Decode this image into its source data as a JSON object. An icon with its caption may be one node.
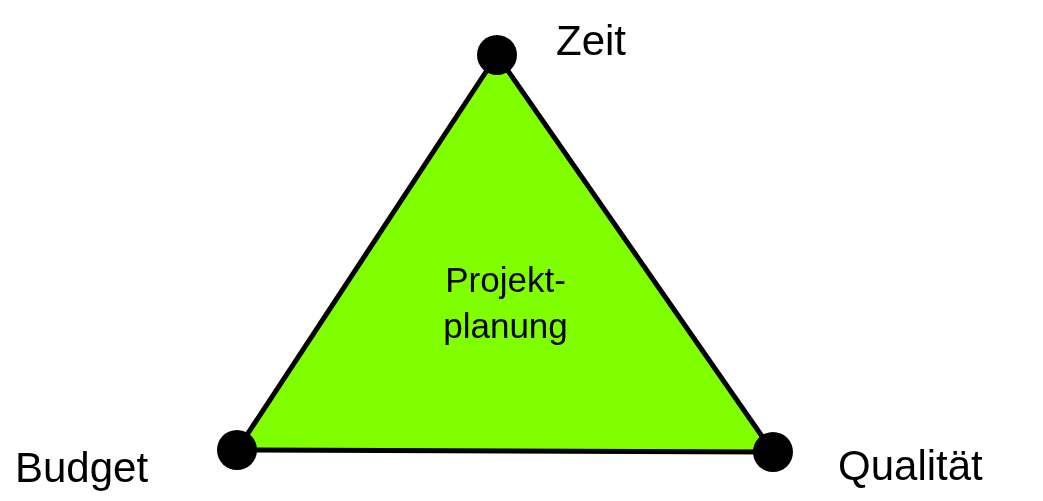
{
  "diagram": {
    "nodes": [
      {
        "text": [
          "Projekt- planung"
        ]
      },
      {
        "text": [],
        "shape": "circle"
      },
      {
        "text": [],
        "shape": "circle",
        "beside": [
          "Budget"
        ]
      },
      {
        "text": [],
        "shape": "circle",
        "beside": [
          "Qualität"
        ]
      }
    ],
    "labels": [
      "Zeit"
    ]
  }
}
